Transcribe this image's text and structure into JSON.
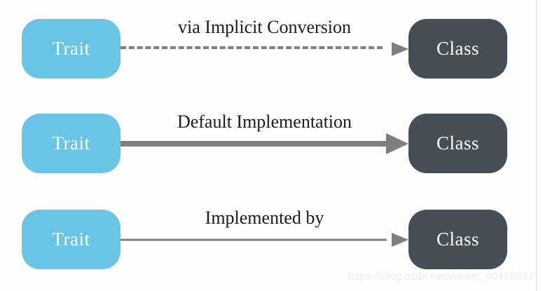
{
  "diagram": {
    "type": "relationship-diagram",
    "background_color": "#fefefe",
    "source_node_label": "Trait",
    "target_node_label": "Class",
    "source_node_color": "#69c4e6",
    "target_node_color": "#464f55",
    "edge_color": "#7f7f7f",
    "label_color": "#1a1a2e",
    "rows": [
      {
        "source": "Trait",
        "target": "Class",
        "label": "via Implicit Conversion",
        "line_style": "dashed",
        "line_weight": "medium"
      },
      {
        "source": "Trait",
        "target": "Class",
        "label": "Default Implementation",
        "line_style": "solid",
        "line_weight": "thick"
      },
      {
        "source": "Trait",
        "target": "Class",
        "label": "Implemented by",
        "line_style": "solid",
        "line_weight": "thin"
      }
    ]
  },
  "watermark": {
    "text": "https://blog.csdn.net/weixin_40450867",
    "color": "#eceef0"
  }
}
